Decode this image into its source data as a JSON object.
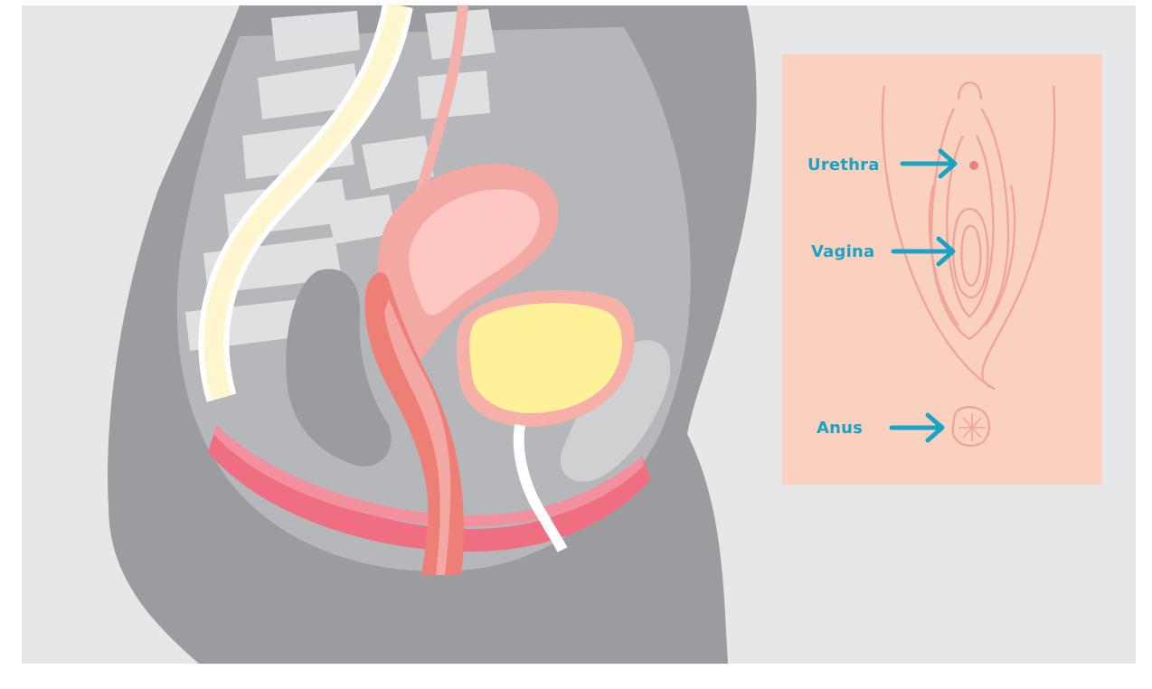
{
  "colors": {
    "background": "#e6e7e9",
    "body": "#9b9c9f",
    "body_light": "#b6b7ba",
    "bone": "#dfe0e2",
    "spine_nerve": "#fff6d0",
    "uterus": "#f4a8a4",
    "vagina": "#ee7f77",
    "bladder": "#fff199",
    "pelvic_floor": "#f06e82",
    "inset_bg": "#fad1bf",
    "inset_line": "#f0a49c",
    "label": "#1aa3c4"
  },
  "inset": {
    "labels": [
      {
        "text": "Urethra",
        "arrow": "arrow-right-icon"
      },
      {
        "text": "Vagina",
        "arrow": "arrow-right-icon"
      },
      {
        "text": "Anus",
        "arrow": "arrow-right-icon"
      }
    ]
  }
}
